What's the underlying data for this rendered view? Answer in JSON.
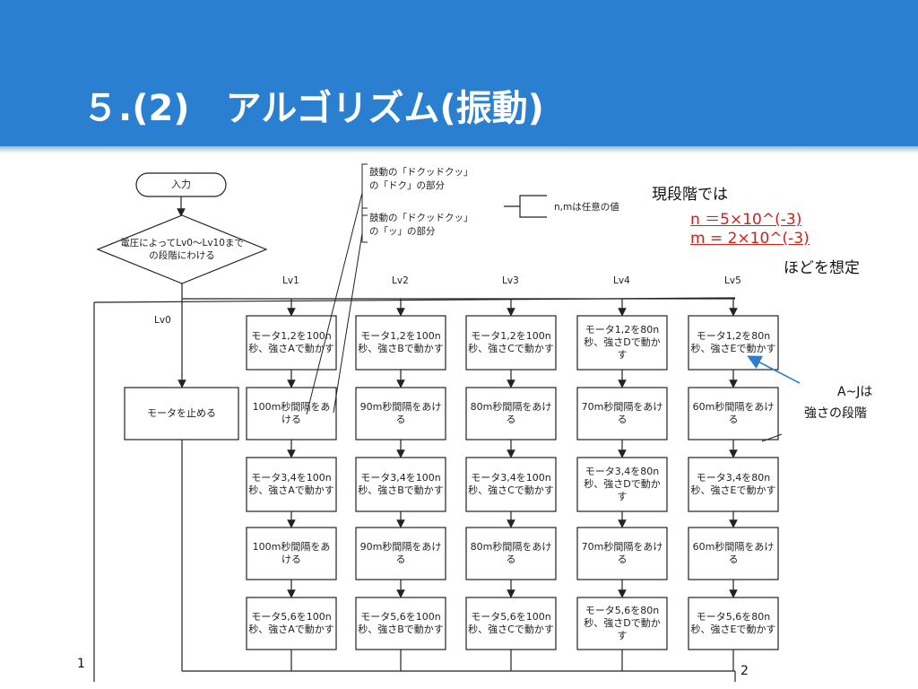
{
  "slide": {
    "title": "５.(2)　アルゴリズム(振動)",
    "page_left": "1",
    "page_right": "2"
  },
  "flow": {
    "start": "入力",
    "decision": "電圧によってLv0～Lv10までの段階にわける",
    "lv0_label": "Lv0",
    "stop_motor": "モータを止める",
    "callout_doku": "鼓動の「ドクッドクッ」の「ドク」の部分",
    "callout_tsu": "鼓動の「ドクッドクッ」の「ッ」の部分",
    "legend_text": "n,mは任意の値",
    "levels": [
      {
        "label": "Lv1",
        "step1": "モータ1,2を100n秒、強さAで動かす",
        "gap": "100m秒間隔をあける",
        "step2": "モータ3,4を100n秒、強さAで動かす",
        "gap2": "100m秒間隔をあける",
        "step3": "モータ5,6を100n秒、強さAで動かす"
      },
      {
        "label": "Lv2",
        "step1": "モータ1,2を100n秒、強さBで動かす",
        "gap": "90m秒間隔をあける",
        "step2": "モータ3,4を100n秒、強さBで動かす",
        "gap2": "90m秒間隔をあける",
        "step3": "モータ5,6を100n秒、強さBで動かす"
      },
      {
        "label": "Lv3",
        "step1": "モータ1,2を100n秒、強さCで動かす",
        "gap": "80m秒間隔をあける",
        "step2": "モータ3,4を100n秒、強さCで動かす",
        "gap2": "80m秒間隔をあける",
        "step3": "モータ5,6を100n秒、強さCで動かす"
      },
      {
        "label": "Lv4",
        "step1": "モータ1,2を80n秒、強さDで動かす",
        "gap": "70m秒間隔をあける",
        "step2": "モータ3,4を80n秒、強さDで動かす",
        "gap2": "70m秒間隔をあける",
        "step3": "モータ5,6を80n秒、強さDで動かす"
      },
      {
        "label": "Lv5",
        "step1": "モータ1,2を80n秒、強さEで動かす",
        "gap": "60m秒間隔をあける",
        "step2": "モータ3,4を80n秒、強さEで動かす",
        "gap2": "60m秒間隔をあける",
        "step3": "モータ5,6を80n秒、強さEで動かす"
      }
    ]
  },
  "notes": {
    "current": "現段階では",
    "n_value": "n ＝5×10^(-3)",
    "m_value": "m = 2×10^(-3)",
    "assumed": "ほどを想定",
    "strength1": "A~Jは",
    "strength2": "強さの段階"
  },
  "colors": {
    "header": "#2a7fd0",
    "red": "#d0201b",
    "arrow": "#2a7fd0"
  }
}
